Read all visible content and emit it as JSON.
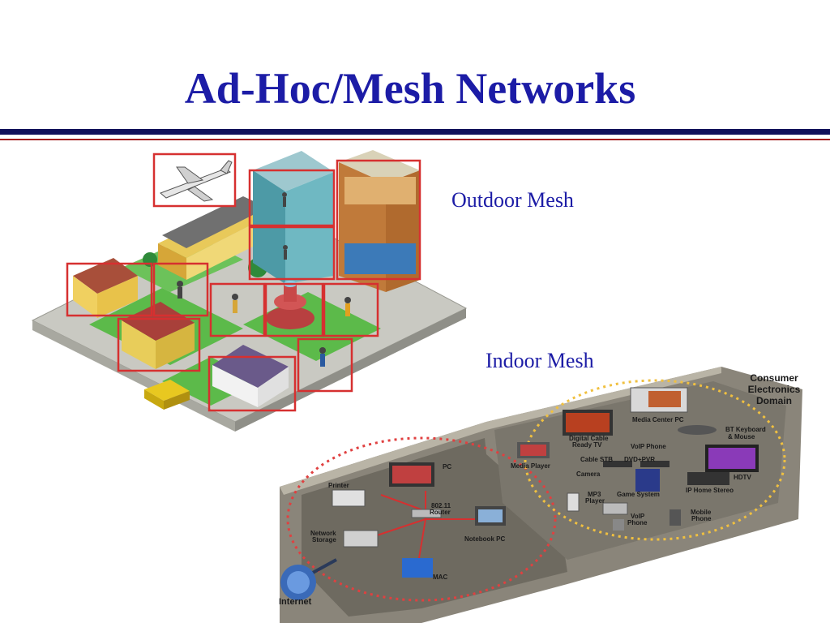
{
  "slide": {
    "title": "Ad-Hoc/Mesh Networks",
    "outdoor_label": "Outdoor Mesh",
    "indoor_label": "Indoor Mesh"
  },
  "indoor_diagram": {
    "domain_title": [
      "Consumer",
      "Electronics",
      "Domain"
    ],
    "devices": {
      "media_center_pc": "Media Center PC",
      "bt_keyboard": [
        "BT Keyboard",
        "& Mouse"
      ],
      "digital_cable_tv": [
        "Digital Cable",
        "Ready TV"
      ],
      "voip_phone_1": "VoIP Phone",
      "cable_stb": "Cable STB",
      "dvd_pvr": "DVD+PVR",
      "hdtv": "HDTV",
      "media_player": "Media Player",
      "camera": "Camera",
      "ip_home_stereo": "IP Home Stereo",
      "pc": "PC",
      "printer": "Printer",
      "mp3_player": [
        "MP3",
        "Player"
      ],
      "game_system": "Game System",
      "router": [
        "802.11",
        "Router"
      ],
      "mobile_phone": [
        "Mobile",
        "Phone"
      ],
      "voip_phone_2": [
        "VoIP",
        "Phone"
      ],
      "network_storage": [
        "Network",
        "Storage"
      ],
      "notebook_pc": "Notebook PC",
      "mac": "MAC",
      "internet": "Internet"
    }
  }
}
